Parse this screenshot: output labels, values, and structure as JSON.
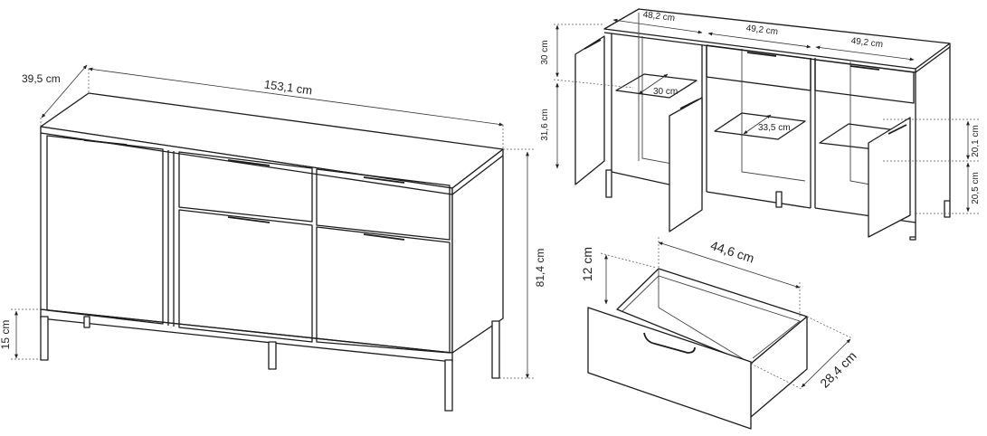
{
  "front_view": {
    "width_label": "153,1 cm",
    "depth_label": "39,5 cm",
    "height_label": "81,4 cm",
    "leg_label": "15 cm"
  },
  "open_view": {
    "compartment_widths": [
      "48,2 cm",
      "49,2 cm",
      "49,2 cm"
    ],
    "top_height_label": "30 cm",
    "lower_height_label": "31,6 cm",
    "shelf_depth_label": "30 cm",
    "middle_shelf_depth_label": "33,5 cm",
    "right_upper_label": "20,1 cm",
    "right_lower_label": "20,5 cm"
  },
  "drawer_view": {
    "width_label": "44,6 cm",
    "height_label": "12 cm",
    "depth_label": "28,4 cm"
  }
}
